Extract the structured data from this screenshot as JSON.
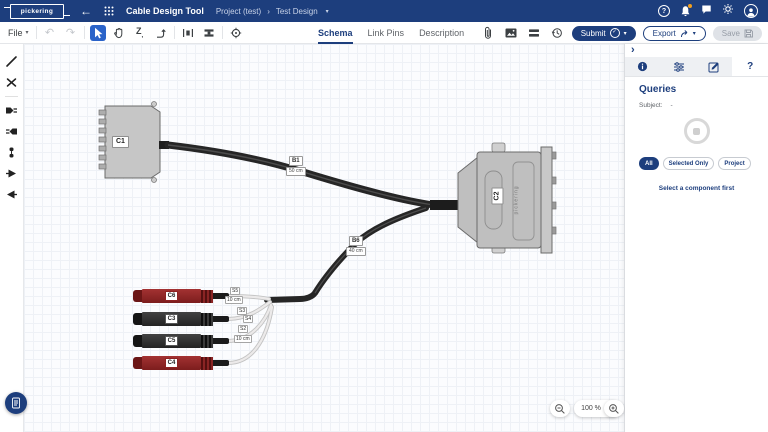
{
  "navbar": {
    "logo": "pickering",
    "title": "Cable Design Tool",
    "breadcrumb": {
      "project": "Project (test)",
      "separator": "›",
      "design": "Test Design"
    }
  },
  "toolbar": {
    "file": "File",
    "tabs": [
      "Schema",
      "Link Pins",
      "Description"
    ],
    "submit": "Submit",
    "export": "Export",
    "save": "Save"
  },
  "canvas": {
    "zoom_level": "100 %",
    "connectors": {
      "c1": "C1",
      "c2": "C2",
      "c2_brand": "pickering",
      "c6": "C6",
      "c3": "C3",
      "c5": "C5",
      "c4": "C4"
    },
    "bundles": {
      "b1_id": "B1",
      "b1_len": "50 cm",
      "b6_id": "B6",
      "b6_len": "40 cm"
    },
    "segments": {
      "s5_id": "S5",
      "s5_len": "10 cm",
      "s3_id": "S3",
      "s4_id": "S4",
      "s2_id": "S2",
      "s2_len": "10 cm"
    }
  },
  "panel": {
    "title": "Queries",
    "subject_label": "Subject:",
    "subject_value": "-",
    "filters": [
      "All",
      "Selected Only",
      "Project"
    ],
    "empty_message": "Select a component first"
  },
  "icons": {
    "back": "←",
    "caret": "▾",
    "undo": "↶",
    "redo": "↷",
    "check": "✓",
    "help": "?",
    "collapse": "›"
  }
}
